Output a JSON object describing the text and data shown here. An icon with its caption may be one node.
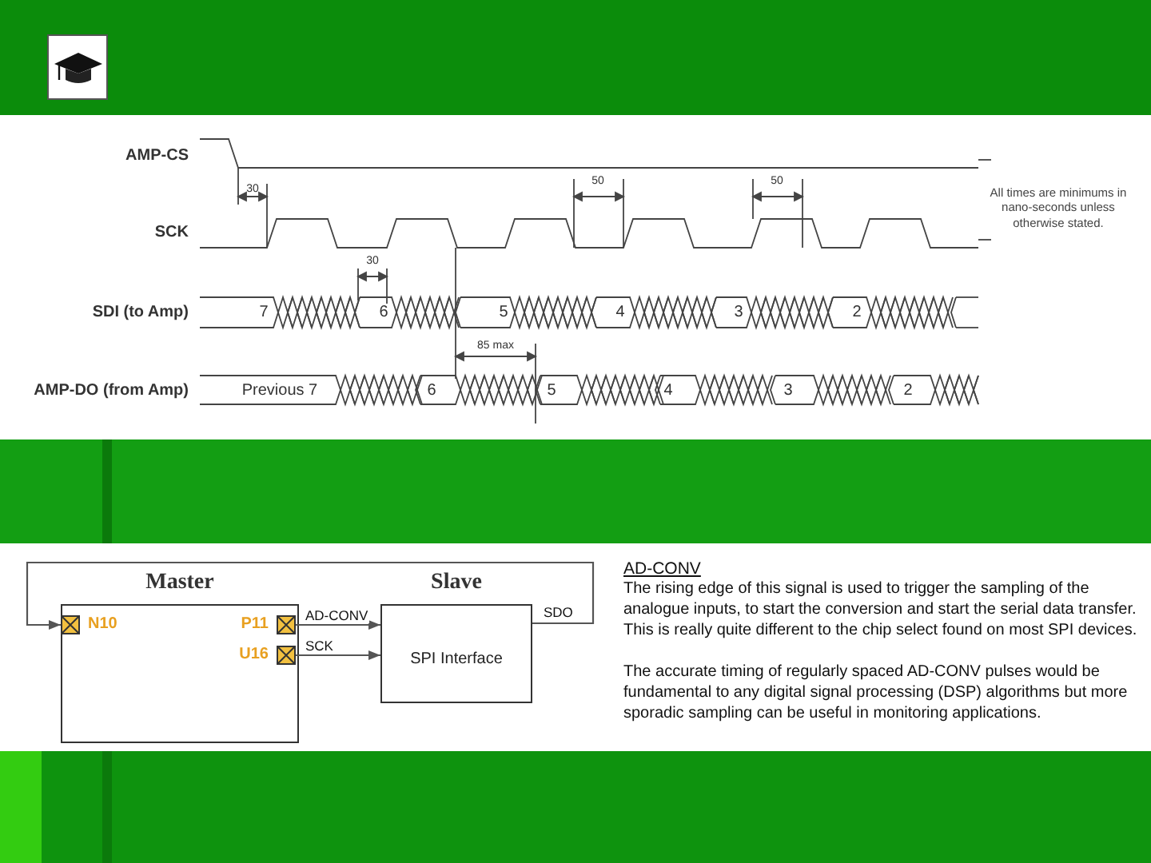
{
  "diagram": {
    "nodes": [
      {
        "text": [
          "Master"
        ]
      },
      {
        "text": [
          "N10"
        ],
        "in": 0
      },
      {
        "text": [
          "P11"
        ],
        "in": 0
      },
      {
        "text": [
          "U16"
        ],
        "in": 0
      },
      {
        "text": [
          "Slave",
          "SPI Interface"
        ]
      }
    ],
    "edges": [
      {
        "from": 2,
        "to": 4,
        "arrow": "to",
        "label": "AD-CONV"
      },
      {
        "from": 3,
        "to": 4,
        "arrow": "to",
        "label": "SCK"
      },
      {
        "from": 4,
        "to": 1,
        "arrow": "to",
        "label": "SDO"
      }
    ],
    "labels": [
      "AMP-CS",
      "30",
      "50",
      "50",
      "All times are minimums in nano-seconds unless otherwise stated.",
      "SCK",
      "30",
      "SDI (to Amp)",
      "7",
      "6",
      "5",
      "4",
      "3",
      "2",
      "85 max",
      "AMP-DO (from Amp)",
      "Previous 7",
      "6",
      "5",
      "4",
      "3",
      "2",
      "AD-CONV",
      "The rising edge of this signal is used to trigger the sampling of the analogue inputs, to start the conversion and start the serial data transfer. This is really quite different to the chip select found on most SPI devices.",
      "The accurate timing of regularly spaced AD-CONV pulses would be fundamental to any digital signal processing (DSP) algorithms but more sporadic sampling can be useful in monitoring applications."
    ]
  }
}
